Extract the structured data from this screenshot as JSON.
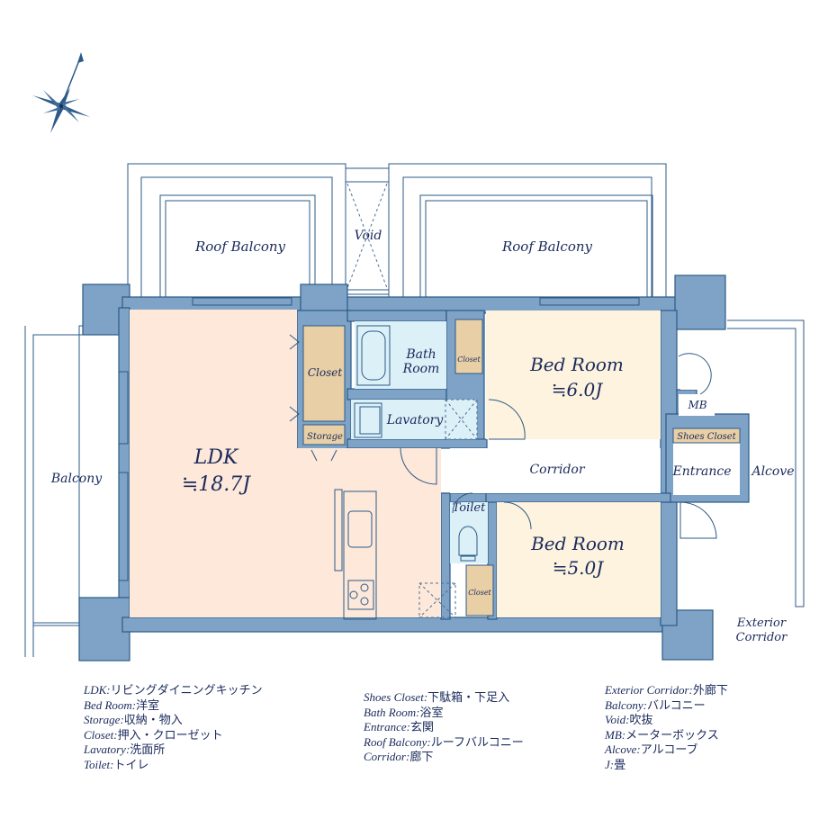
{
  "plan": {
    "rooms": {
      "ldk": {
        "name": "LDK",
        "size": "≒18.7J"
      },
      "bed1": {
        "name": "Bed Room",
        "size": "≒6.0J"
      },
      "bed2": {
        "name": "Bed Room",
        "size": "≒5.0J"
      },
      "roof_balcony_left": "Roof Balcony",
      "roof_balcony_right": "Roof Balcony",
      "void": "Void",
      "balcony": "Balcony",
      "closet_main": "Closet",
      "storage": "Storage",
      "bath_room_line1": "Bath",
      "bath_room_line2": "Room",
      "lavatory": "Lavatory",
      "closet_bed1": "Closet",
      "closet_bed2": "Closet",
      "corridor": "Corridor",
      "toilet": "Toilet",
      "mb": "MB",
      "shoes_closet": "Shoes Closet",
      "entrance": "Entrance",
      "alcove": "Alcove",
      "exterior_corridor_line1": "Exterior",
      "exterior_corridor_line2": "Corridor"
    },
    "compass": "compass-rose-north",
    "colors": {
      "wall": "#7fa3c6",
      "outline": "#2b5a86",
      "ldk_floor": "#fde8da",
      "bedroom_floor": "#fdf3de",
      "closet": "#e8cfa6",
      "wet_area": "#dcf0f8",
      "text": "#1a2a5c"
    }
  },
  "legend": {
    "col1": [
      {
        "term": "LDK",
        "meaning": "リビングダイニングキッチン"
      },
      {
        "term": "Bed Room",
        "meaning": "洋室"
      },
      {
        "term": "Storage",
        "meaning": "収納・物入"
      },
      {
        "term": "Closet",
        "meaning": "押入・クローゼット"
      },
      {
        "term": "Lavatory",
        "meaning": "洗面所"
      },
      {
        "term": "Toilet",
        "meaning": "トイレ"
      }
    ],
    "col2": [
      {
        "term": "Shoes Closet",
        "meaning": "下駄箱・下足入"
      },
      {
        "term": "Bath Room",
        "meaning": "浴室"
      },
      {
        "term": "Entrance",
        "meaning": "玄関"
      },
      {
        "term": "Roof Balcony",
        "meaning": "ルーフバルコニー"
      },
      {
        "term": "Corridor",
        "meaning": "廊下"
      }
    ],
    "col3": [
      {
        "term": "Exterior Corridor",
        "meaning": "外廊下"
      },
      {
        "term": "Balcony",
        "meaning": "バルコニー"
      },
      {
        "term": "Void",
        "meaning": "吹抜"
      },
      {
        "term": "MB",
        "meaning": "メーターボックス"
      },
      {
        "term": "Alcove",
        "meaning": "アルコーブ"
      },
      {
        "term": "J",
        "meaning": "畳"
      }
    ]
  }
}
